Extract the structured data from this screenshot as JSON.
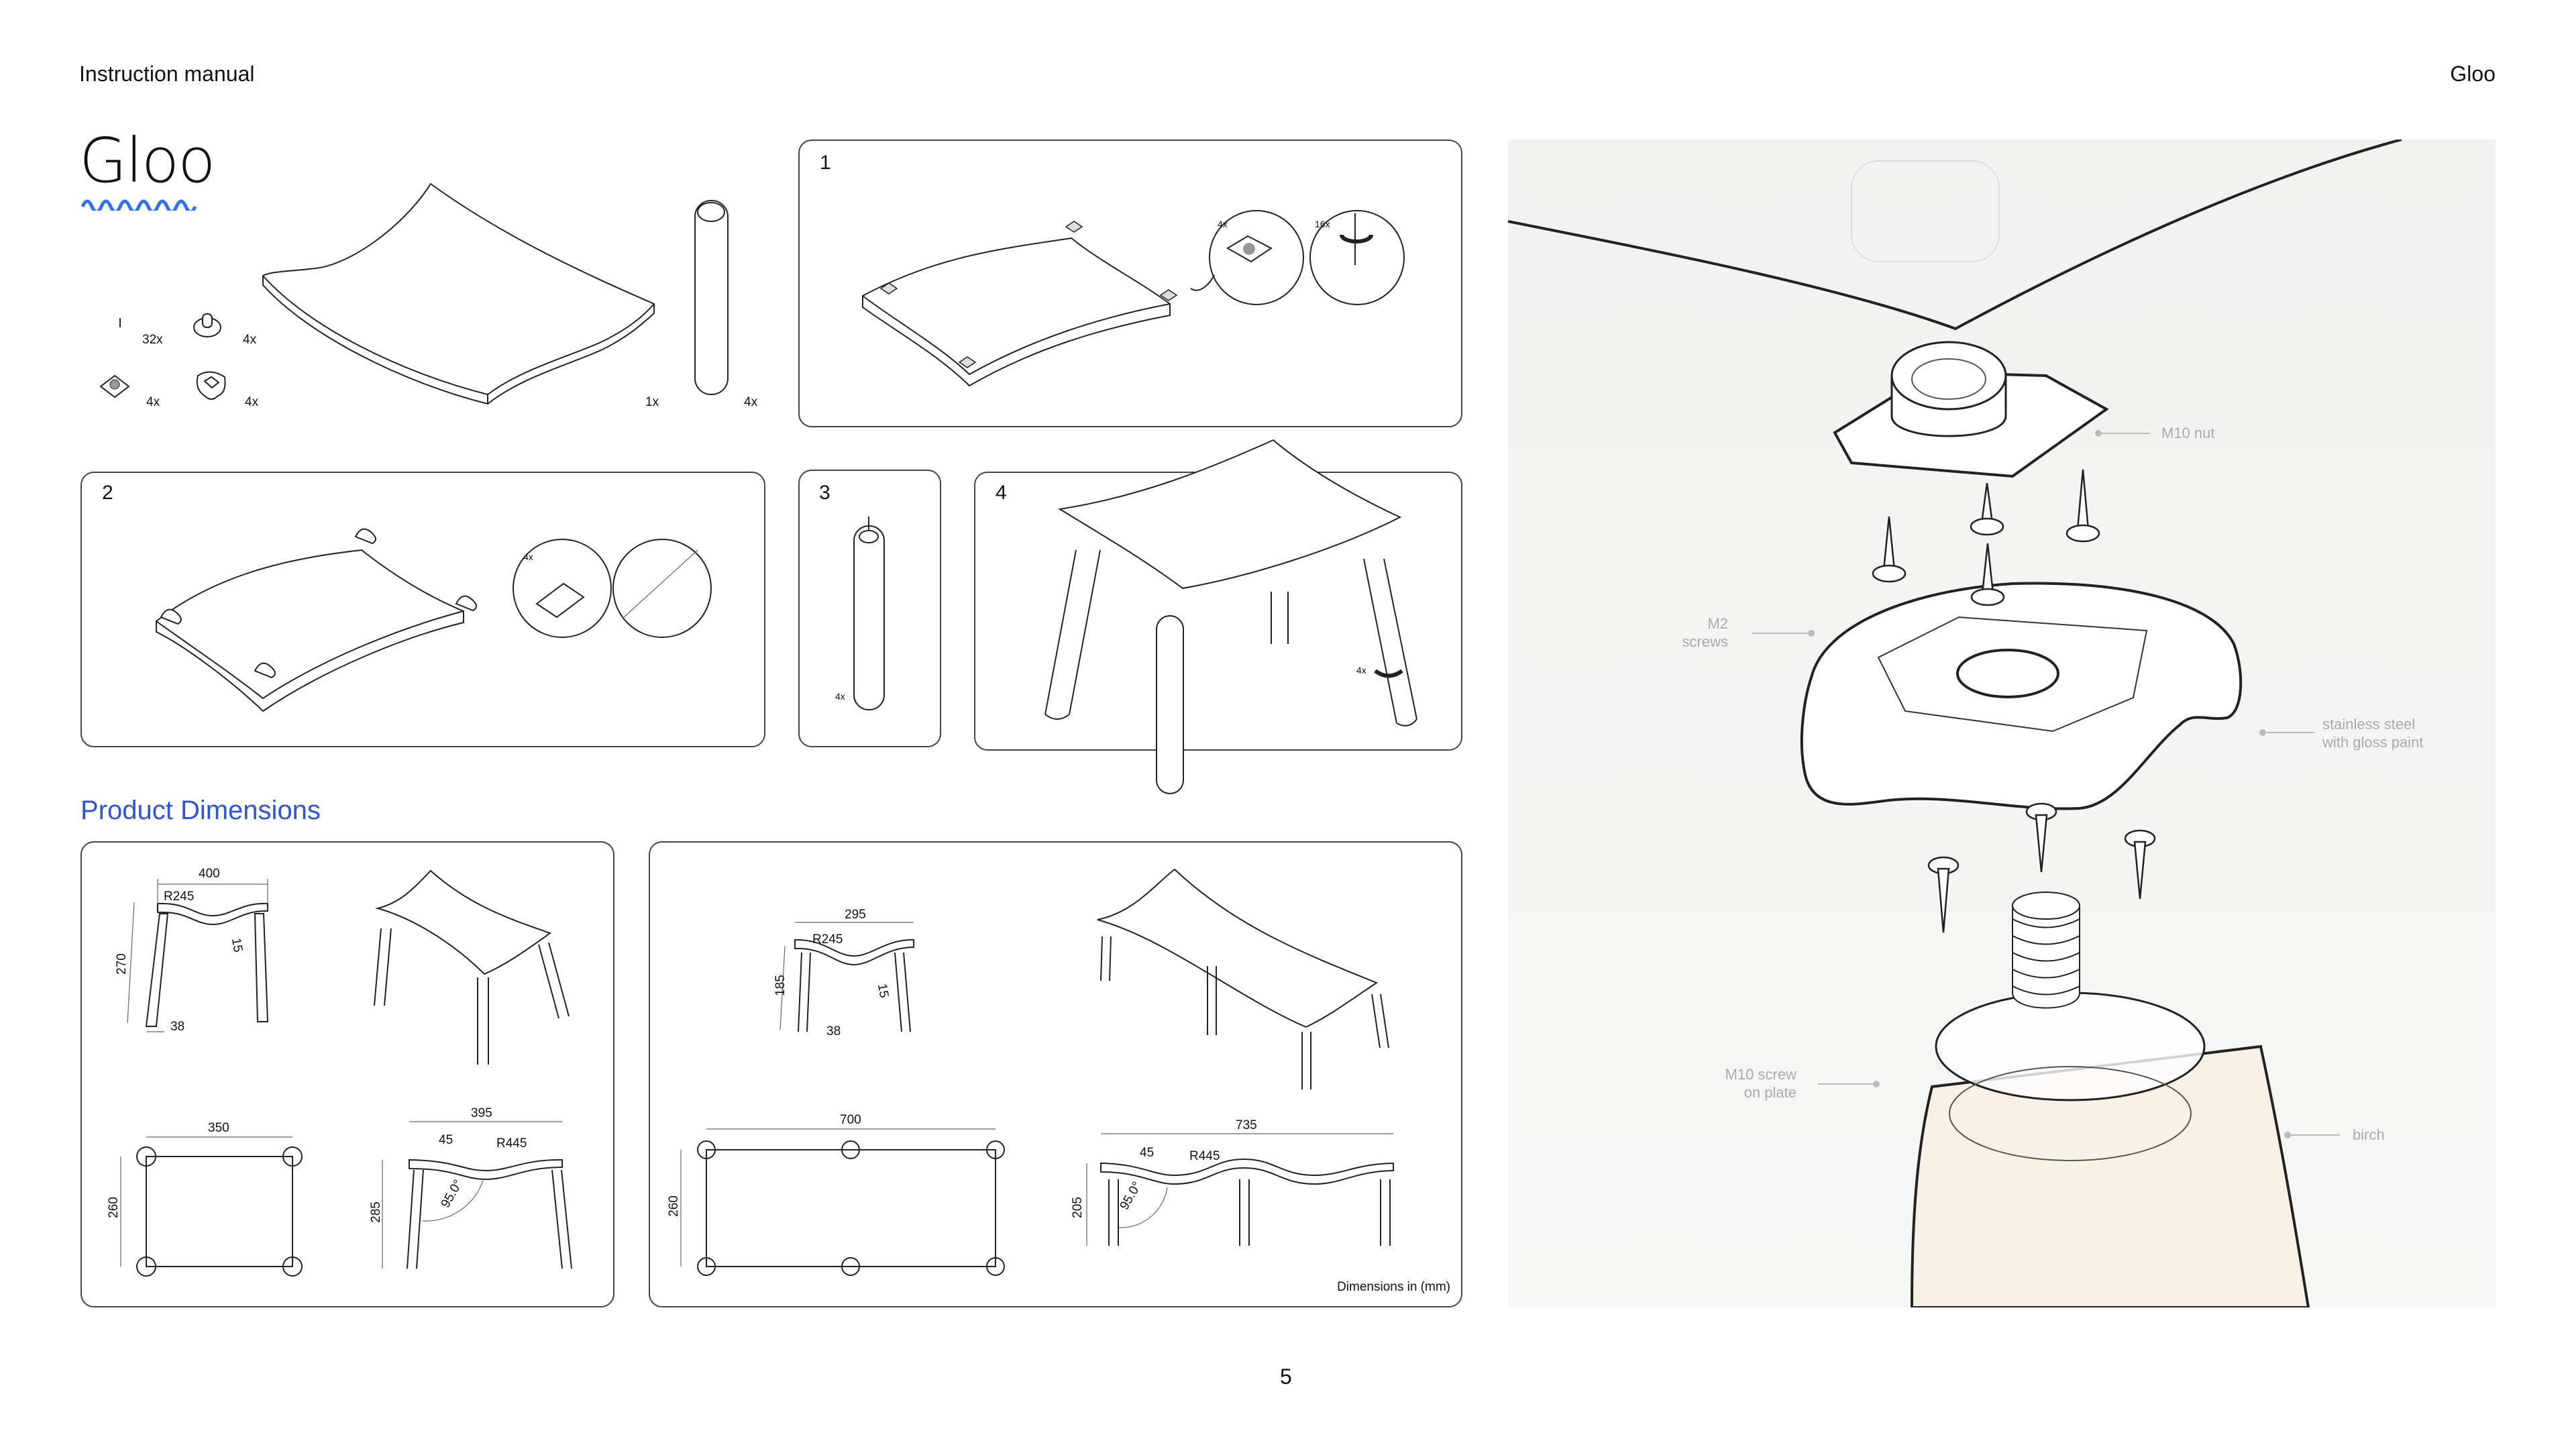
{
  "header": {
    "left": "Instruction manual",
    "right": "Gloo"
  },
  "title": "Gloo",
  "parts": {
    "labels": [
      "32x",
      "4x",
      "4x",
      "4x",
      "1x",
      "4x"
    ]
  },
  "steps": [
    {
      "number": "1",
      "callouts": [
        "4x",
        "16x"
      ]
    },
    {
      "number": "2",
      "callouts": [
        "4x"
      ]
    },
    {
      "number": "3",
      "callouts": [
        "4x"
      ]
    },
    {
      "number": "4",
      "callouts": [
        "4x"
      ]
    }
  ],
  "section_title": "Product Dimensions",
  "dimensions": {
    "stool": {
      "width": "400",
      "radius": "R245",
      "thickness": "15",
      "height": "270",
      "leg": "38",
      "top_width": "350",
      "depth": "260",
      "side_width": "395",
      "inset": "45",
      "side_radius": "R445",
      "side_height": "285",
      "angle": "95.0°"
    },
    "bench": {
      "width": "295",
      "radius": "R245",
      "thickness": "15",
      "height": "185",
      "leg": "38",
      "top_width": "700",
      "depth": "260",
      "side_width": "735",
      "inset": "45",
      "side_radius": "R445",
      "side_height": "205",
      "angle": "95.0°"
    },
    "unit_note": "Dimensions in (mm)"
  },
  "exploded_view": {
    "labels": [
      "M10 nut",
      "M2\nscrews",
      "stainless steel\nwith gloss paint",
      "M10 screw\non plate",
      "birch"
    ]
  },
  "page_number": "5",
  "colors": {
    "accent": "#2f55d4",
    "wave": "#2f6ff0",
    "wood": "#f7f1e6"
  }
}
